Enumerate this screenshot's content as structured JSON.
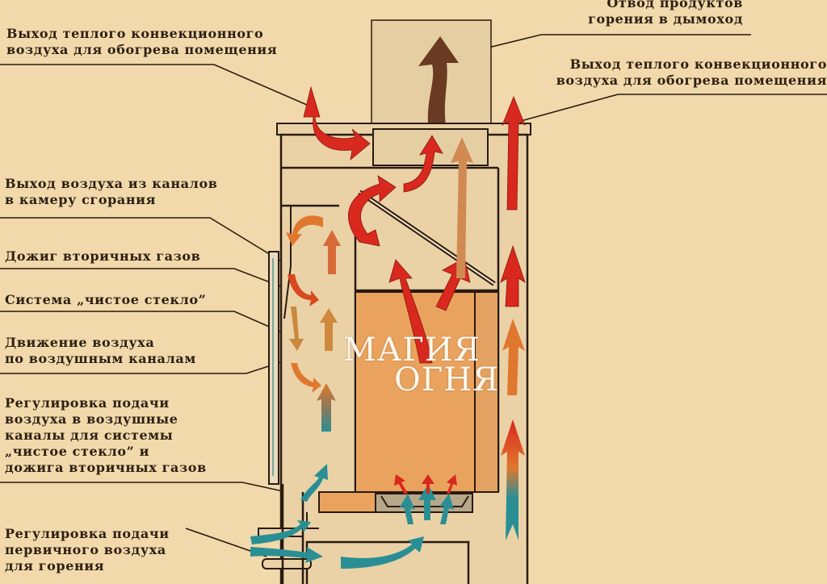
{
  "labels": {
    "warm_air_left": [
      "Выход теплого конвекционного",
      "воздуха для обогрева помещения"
    ],
    "flue_exhaust": [
      "Отвод продуктов",
      "горения в дымоход"
    ],
    "warm_air_right": [
      "Выход теплого конвекционного",
      "воздуха для обогрева помещения"
    ],
    "channel_outlet": [
      "Выход воздуха из каналов",
      "в камеру сгорания"
    ],
    "afterburn": [
      "Дожиг вторичных газов"
    ],
    "clean_glass": [
      "Система „чистое стекло”"
    ],
    "air_movement": [
      "Движение воздуха",
      "по воздушным каналам"
    ],
    "secondary_regulation": [
      "Регулировка подачи",
      "воздуха в воздушные",
      "каналы для системы",
      "„чистое стекло” и",
      "дожига вторичных газов"
    ],
    "primary_regulation": [
      "Регулировка подачи",
      "первичного воздуха",
      "для горения"
    ]
  },
  "watermark": [
    "МАГИЯ",
    "ОГНЯ"
  ],
  "colors": {
    "background": "#f1d9ab",
    "stove_body": "#ead2a6",
    "firebox": "#e9a35e",
    "hot_air": "#d9281e",
    "warm_air": "#e0772e",
    "cold_air": "#2a8f94",
    "smoke": "#6b3a22",
    "outline": "#2a1a10"
  }
}
